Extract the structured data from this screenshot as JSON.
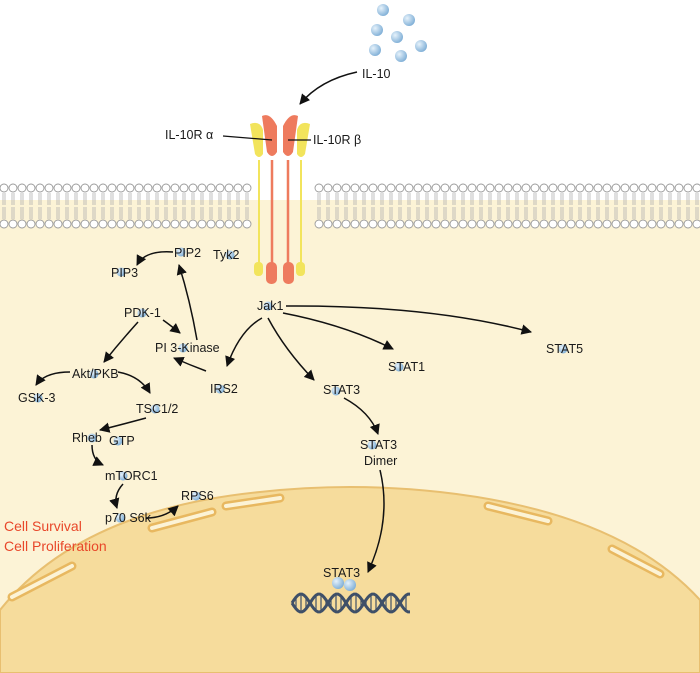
{
  "ligand": {
    "label": "IL-10"
  },
  "receptor": {
    "alpha_label": "IL-10R α",
    "beta_label": "IL-10R β"
  },
  "kinases": {
    "tyk2": "Tyk2",
    "jak1": "Jak1"
  },
  "pi3k_branch": {
    "pip2": "PIP2",
    "pip3": "PIP3",
    "pdk1": "PDK-1",
    "pi3k": "PI 3-Kinase",
    "irs2": "IRS2",
    "akt": "Akt/PKB",
    "gsk3": "GSK-3",
    "tsc": "TSC1/2",
    "rheb": "Rheb",
    "gtp": "GTP",
    "mtorc1": "mTORC1",
    "p70": "p70 S6k",
    "rps6": "RPS6"
  },
  "stat_branch": {
    "stat1": "STAT1",
    "stat5": "STAT5",
    "stat3": "STAT3",
    "stat3_dimer_line1": "STAT3",
    "stat3_dimer_line2": "Dimer",
    "stat3_nuclear": "STAT3"
  },
  "outcomes": {
    "line1": "Cell Survival",
    "line2": "Cell Proliferation"
  },
  "colors": {
    "cytoplasm": "#fcf3d6",
    "nucleus": "#f6dc9c",
    "nuclear_pore": "#eec47a",
    "membrane_head": "#ffffff",
    "membrane_stroke": "#9a9a9a",
    "receptor_alpha": "#ee7b5e",
    "receptor_beta": "#f2e45c",
    "molecule": "#a6cbe9",
    "outcome_text": "#e8472a",
    "dna": "#3f5068"
  }
}
